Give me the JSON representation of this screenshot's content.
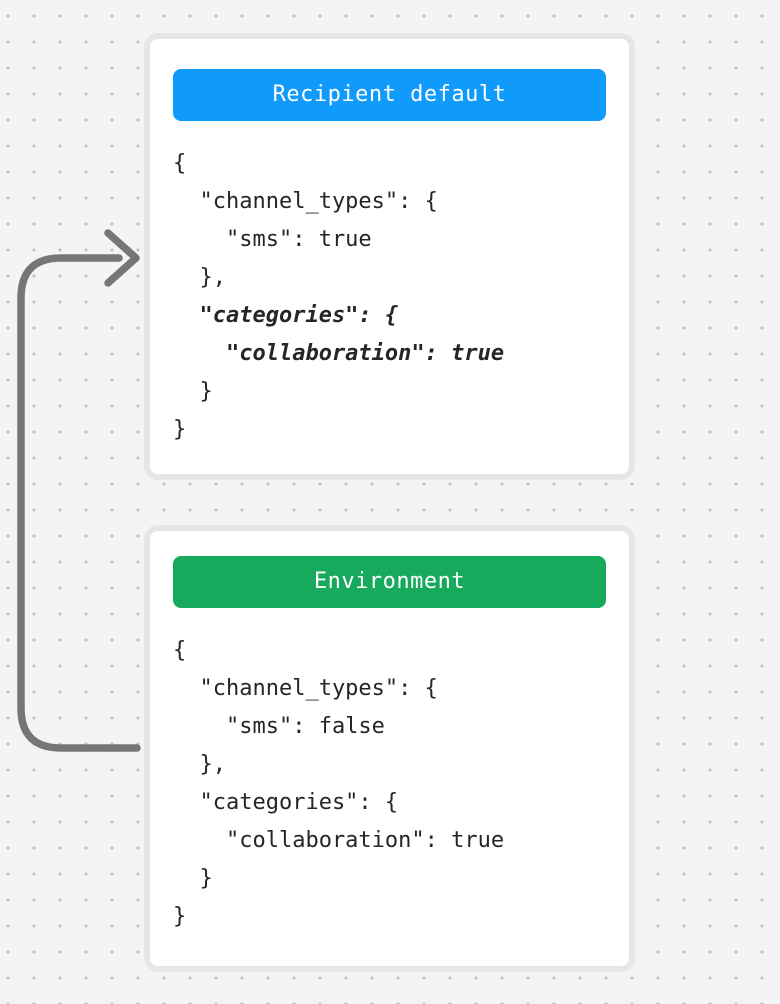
{
  "canvas": {
    "background_color": "#f4f4f5",
    "dot_color": "#c3c3c6"
  },
  "arrow": {
    "name": "environment-to-recipient-default-connector",
    "color": "#767676",
    "direction": "from Environment card up into Recipient default card"
  },
  "cards": [
    {
      "id": "recipient-default",
      "header": {
        "label": "Recipient default",
        "color": "#0f9afc"
      },
      "code_lines": [
        {
          "text": "{",
          "emphasis": false
        },
        {
          "text": "  \"channel_types\": {",
          "emphasis": false
        },
        {
          "text": "    \"sms\": true",
          "emphasis": false
        },
        {
          "text": "  },",
          "emphasis": false
        },
        {
          "text": "  \"categories\": {",
          "emphasis": true
        },
        {
          "text": "    \"collaboration\": true",
          "emphasis": true
        },
        {
          "text": "  }",
          "emphasis": false
        },
        {
          "text": "}",
          "emphasis": false
        }
      ]
    },
    {
      "id": "environment",
      "header": {
        "label": "Environment",
        "color": "#17aa5c"
      },
      "code_lines": [
        {
          "text": "{",
          "emphasis": false
        },
        {
          "text": "  \"channel_types\": {",
          "emphasis": false
        },
        {
          "text": "    \"sms\": false",
          "emphasis": false
        },
        {
          "text": "  },",
          "emphasis": false
        },
        {
          "text": "  \"categories\": {",
          "emphasis": false
        },
        {
          "text": "    \"collaboration\": true",
          "emphasis": false
        },
        {
          "text": "  }",
          "emphasis": false
        },
        {
          "text": "}",
          "emphasis": false
        }
      ]
    }
  ]
}
